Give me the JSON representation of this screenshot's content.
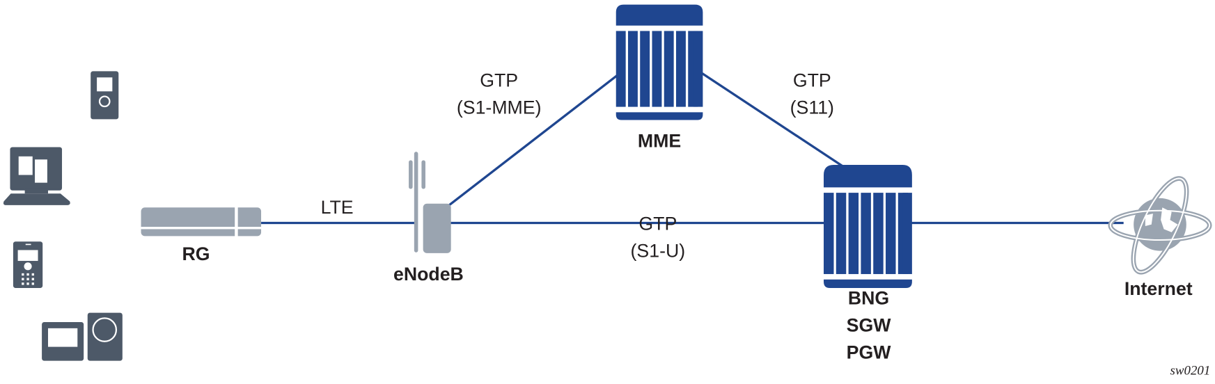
{
  "colors": {
    "link": "#1f4690",
    "node": "#1f4690",
    "device": "#4d5968",
    "access": "#9aa4b0",
    "text": "#231f20"
  },
  "nodes": {
    "rg": "RG",
    "enodeb": "eNodeB",
    "mme": "MME",
    "bng": [
      "BNG",
      "SGW",
      "PGW"
    ],
    "internet": "Internet"
  },
  "links": {
    "lte": "LTE",
    "s1mme": [
      "GTP",
      "(S1-MME)"
    ],
    "s11": [
      "GTP",
      "(S11)"
    ],
    "s1u": [
      "GTP",
      "(S1-U)"
    ]
  },
  "devices": [
    "music-player-icon",
    "desktop-computer-icon",
    "mobile-phone-icon",
    "tv-speaker-icon"
  ],
  "figure_id": "sw0201"
}
